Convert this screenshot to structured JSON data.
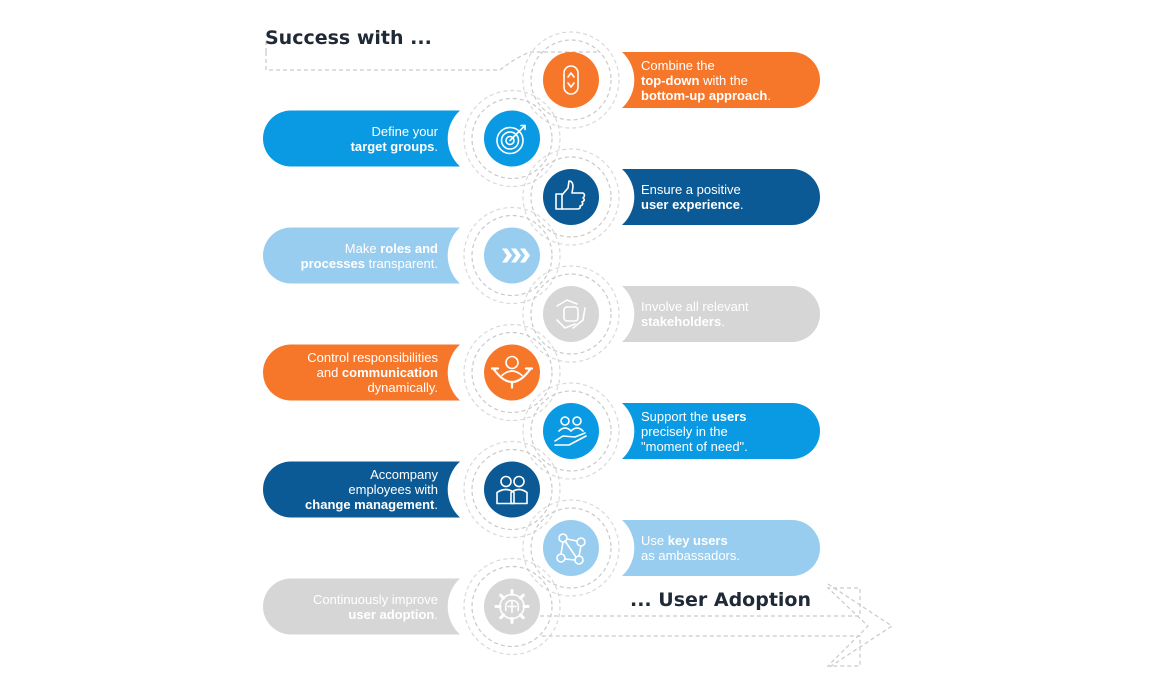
{
  "header": {
    "title_start": "Success with ...",
    "title_end": "... User Adoption"
  },
  "colors": {
    "orange": "#f6772a",
    "blue": "#0a9ae3",
    "dark_blue": "#0b5a95",
    "light_blue": "#99cdef",
    "gray": "#d6d6d6",
    "dash": "#c9c9c9"
  },
  "steps": [
    {
      "id": "top-down",
      "side": "right",
      "color": "orange",
      "text_color": "#ffffff",
      "icon": "loop-arrows-icon",
      "lines": [
        [
          {
            "t": "Combine the",
            "b": false
          }
        ],
        [
          {
            "t": "top-down",
            "b": true
          },
          {
            "t": " with the",
            "b": false
          }
        ],
        [
          {
            "t": "bottom-up approach",
            "b": true
          },
          {
            "t": ".",
            "b": false
          }
        ]
      ]
    },
    {
      "id": "target-groups",
      "side": "left",
      "color": "blue",
      "text_color": "#ffffff",
      "icon": "target-icon",
      "lines": [
        [
          {
            "t": "Define your",
            "b": false
          }
        ],
        [
          {
            "t": "target groups",
            "b": true
          },
          {
            "t": ".",
            "b": false
          }
        ]
      ]
    },
    {
      "id": "user-experience",
      "side": "right",
      "color": "dark_blue",
      "text_color": "#ffffff",
      "icon": "thumbs-up-icon",
      "lines": [
        [
          {
            "t": "Ensure a positive",
            "b": false
          }
        ],
        [
          {
            "t": "user experience",
            "b": true
          },
          {
            "t": ".",
            "b": false
          }
        ]
      ]
    },
    {
      "id": "roles-processes",
      "side": "left",
      "color": "light_blue",
      "text_color": "#ffffff",
      "icon": "chevrons-right-icon",
      "lines": [
        [
          {
            "t": "Make ",
            "b": false
          },
          {
            "t": "roles and",
            "b": true
          }
        ],
        [
          {
            "t": "processes",
            "b": true
          },
          {
            "t": " transparent.",
            "b": false
          }
        ]
      ]
    },
    {
      "id": "stakeholders",
      "side": "right",
      "color": "gray",
      "text_color": "#ffffff",
      "icon": "joined-hands-icon",
      "lines": [
        [
          {
            "t": "Involve all relevant",
            "b": false
          }
        ],
        [
          {
            "t": "stakeholders",
            "b": true
          },
          {
            "t": ".",
            "b": false
          }
        ]
      ]
    },
    {
      "id": "responsibilities",
      "side": "left",
      "color": "orange",
      "text_color": "#ffffff",
      "icon": "person-steering-icon",
      "lines": [
        [
          {
            "t": "Control responsibilities",
            "b": false
          }
        ],
        [
          {
            "t": "and ",
            "b": false
          },
          {
            "t": "communication",
            "b": true
          }
        ],
        [
          {
            "t": "dynamically.",
            "b": false
          }
        ]
      ]
    },
    {
      "id": "support-users",
      "side": "right",
      "color": "blue",
      "text_color": "#ffffff",
      "icon": "hand-people-icon",
      "lines": [
        [
          {
            "t": "Support the ",
            "b": false
          },
          {
            "t": "users",
            "b": true
          }
        ],
        [
          {
            "t": "precisely in the",
            "b": false
          }
        ],
        [
          {
            "t": "\"moment of need\".",
            "b": false
          }
        ]
      ]
    },
    {
      "id": "change-management",
      "side": "left",
      "color": "dark_blue",
      "text_color": "#ffffff",
      "icon": "two-people-icon",
      "lines": [
        [
          {
            "t": "Accompany",
            "b": false
          }
        ],
        [
          {
            "t": "employees with",
            "b": false
          }
        ],
        [
          {
            "t": "change management",
            "b": true
          },
          {
            "t": ".",
            "b": false
          }
        ]
      ]
    },
    {
      "id": "key-users",
      "side": "right",
      "color": "light_blue",
      "text_color": "#ffffff",
      "icon": "network-people-icon",
      "lines": [
        [
          {
            "t": "Use ",
            "b": false
          },
          {
            "t": "key users",
            "b": true
          }
        ],
        [
          {
            "t": "as ambassadors.",
            "b": false
          }
        ]
      ]
    },
    {
      "id": "improve-adoption",
      "side": "left",
      "color": "gray",
      "text_color": "#ffffff",
      "icon": "gear-brain-icon",
      "lines": [
        [
          {
            "t": "Continuously improve",
            "b": false
          }
        ],
        [
          {
            "t": "user adoption",
            "b": true
          },
          {
            "t": ".",
            "b": false
          }
        ]
      ]
    }
  ]
}
